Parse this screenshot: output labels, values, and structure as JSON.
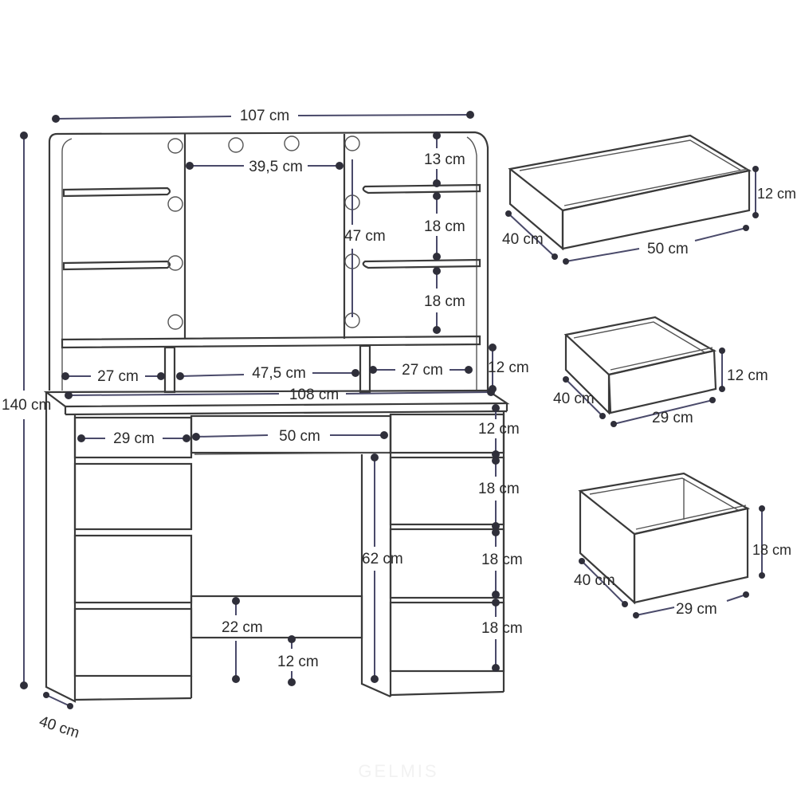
{
  "diagram": {
    "main_unit": {
      "total_width": "107 cm",
      "total_height": "140 cm",
      "depth": "40 cm",
      "mirror_width": "39,5 cm",
      "mirror_height": "47 cm",
      "shelf_gap_top": "13 cm",
      "shelf_gap_mid": "18 cm",
      "shelf_gap_bottom": "18 cm",
      "side_left_width": "27 cm",
      "center_width": "47,5 cm",
      "side_right_width": "27 cm",
      "shelf_height": "12 cm",
      "desk_width": "108 cm",
      "small_drawer_width": "29 cm",
      "center_drawer_width": "50 cm",
      "drawer_top_height": "12 cm",
      "drawer_2_height": "18 cm",
      "drawer_3_height": "18 cm",
      "drawer_4_height": "18 cm",
      "knee_height": "62 cm",
      "panel_height": "22 cm",
      "floor_gap": "12 cm"
    },
    "drawer_large": {
      "depth": "40 cm",
      "width": "50 cm",
      "height": "12 cm"
    },
    "drawer_small": {
      "depth": "40 cm",
      "width": "29 cm",
      "height": "12 cm"
    },
    "drawer_deep": {
      "depth": "40 cm",
      "width": "29 cm",
      "height": "18 cm"
    },
    "watermark": "GELMIS"
  }
}
